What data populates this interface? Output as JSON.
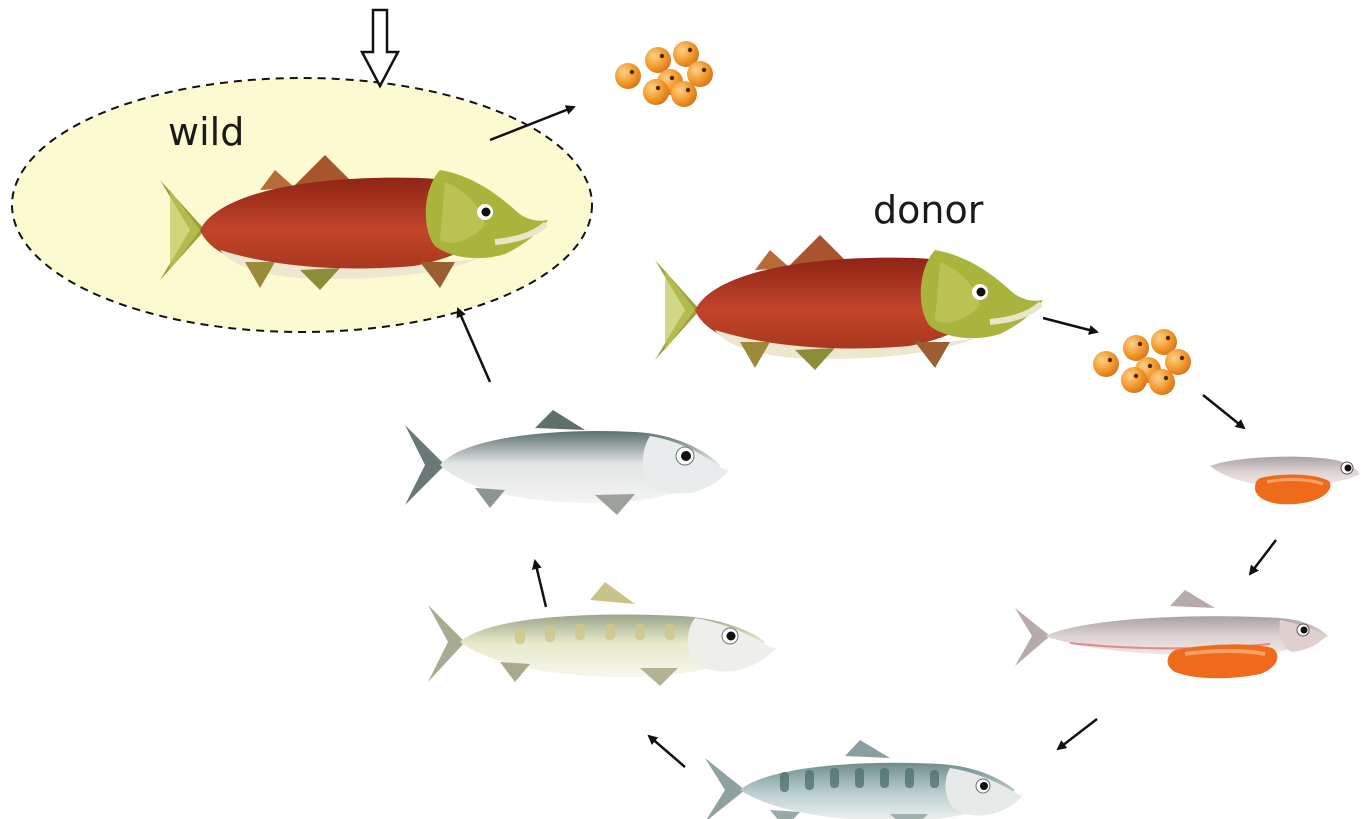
{
  "labels": {
    "wild": "wild",
    "donor": "donor"
  },
  "stages": [
    {
      "id": "wild-adult-salmon",
      "icon": "spawning-sockeye-salmon"
    },
    {
      "id": "wild-eggs",
      "icon": "salmon-egg-cluster"
    },
    {
      "id": "donor-adult-salmon",
      "icon": "spawning-sockeye-salmon"
    },
    {
      "id": "donor-eggs",
      "icon": "salmon-egg-cluster"
    },
    {
      "id": "alevin",
      "icon": "alevin-with-yolk-sac"
    },
    {
      "id": "alevin-late",
      "icon": "alevin-with-yolk-sac"
    },
    {
      "id": "fry",
      "icon": "fry-with-parr-marks"
    },
    {
      "id": "smolt",
      "icon": "smolt"
    },
    {
      "id": "ocean-adult",
      "icon": "silver-ocean-salmon"
    }
  ],
  "colors": {
    "wild_habitat_fill": "#fbfad0",
    "spawner_body": "#b9381f",
    "spawner_head": "#a7b23a",
    "egg": "#f09a2a",
    "yolk_sac": "#f06a1c",
    "silver_body": "#e2e6e8"
  }
}
